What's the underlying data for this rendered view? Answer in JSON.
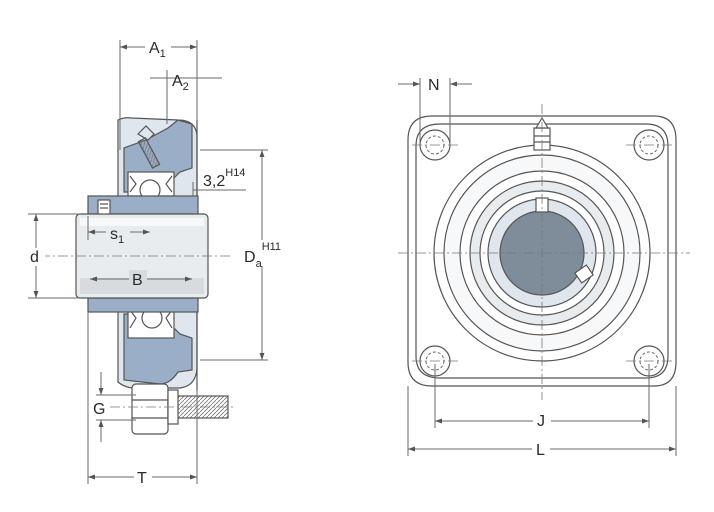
{
  "colors": {
    "housing_fill": "#dfe6ee",
    "housing_section": "#9aaec7",
    "shaft_fill": "#e9ecef",
    "hub_fill": "#7f8c99",
    "line": "#555555",
    "dim_line": "#6a6a6a",
    "text": "#2a2a2a"
  },
  "side_view": {
    "labels": {
      "A1_main": "A",
      "A1_sub": "1",
      "A2_main": "A",
      "A2_sub": "2",
      "H14_main": "3,2",
      "H14_sup": "H14",
      "s1_main": "s",
      "s1_sub": "1",
      "d": "d",
      "Da_main": "D",
      "Da_sub": "a",
      "Da_sup": "H11",
      "B": "B",
      "G": "G",
      "T": "T"
    }
  },
  "front_view": {
    "labels": {
      "N": "N",
      "J": "J",
      "L": "L"
    }
  },
  "icons": [
    "grease-nipple-icon",
    "set-screw-icon",
    "bolt-icon"
  ]
}
